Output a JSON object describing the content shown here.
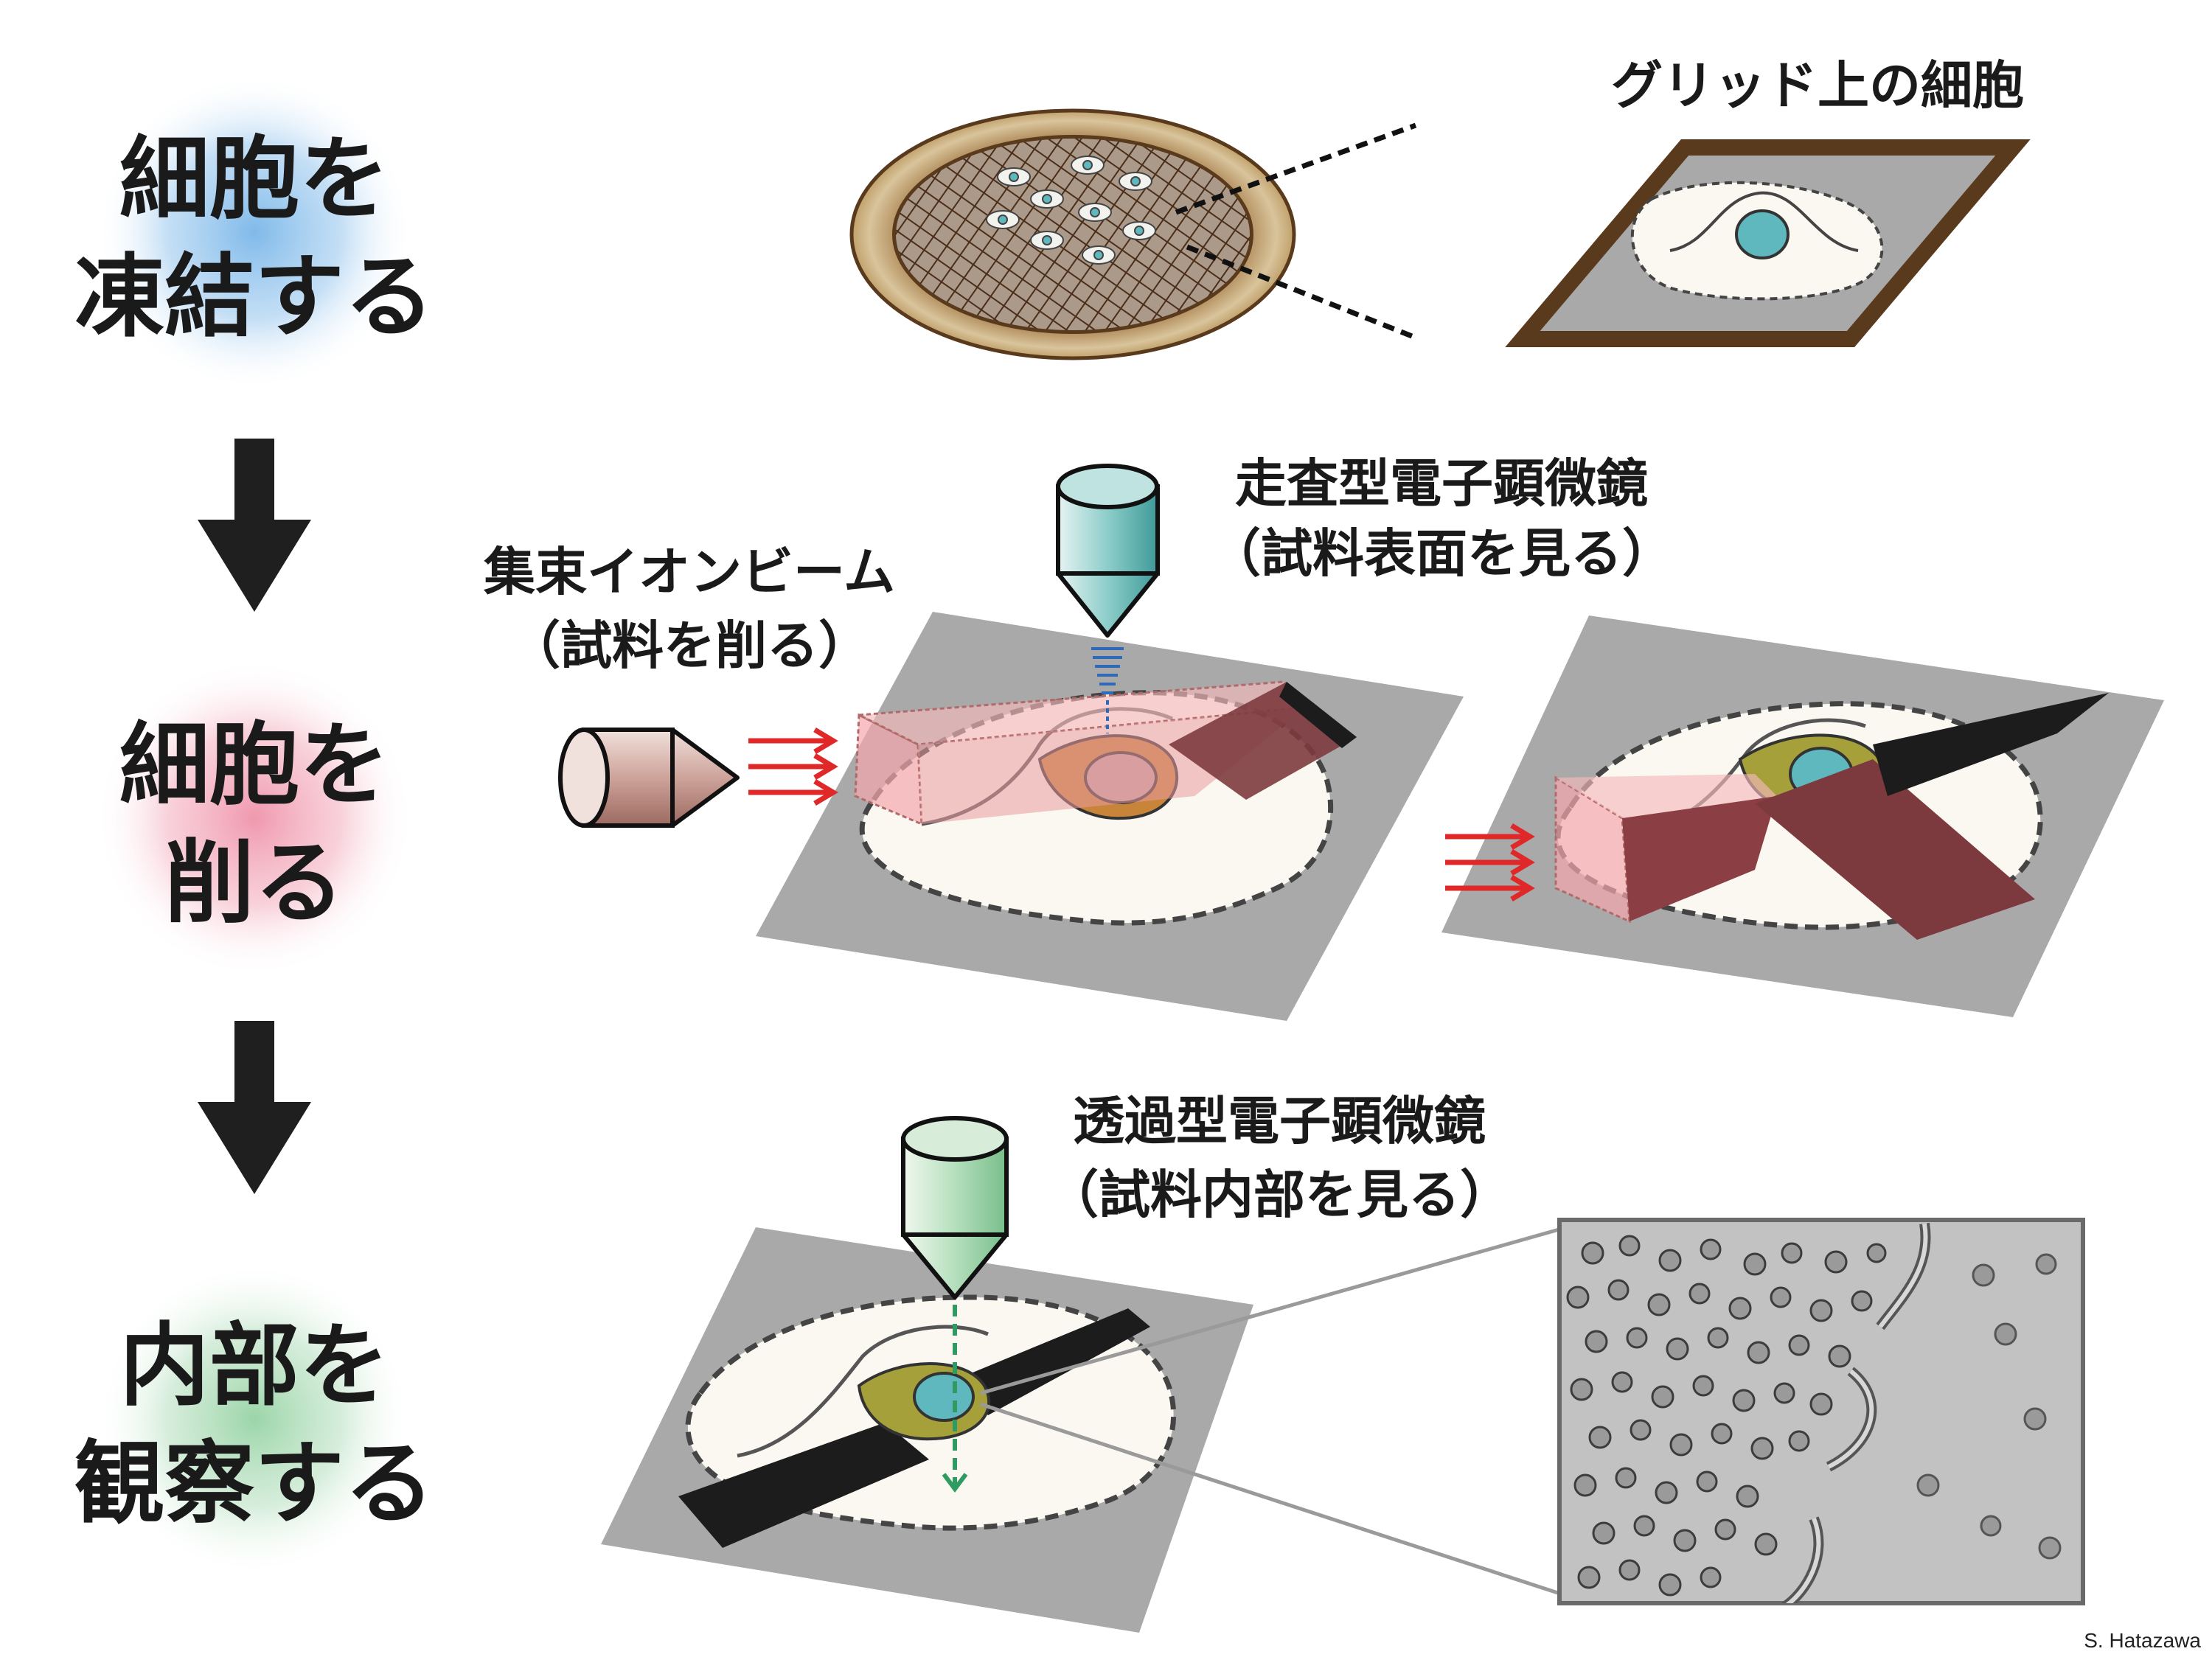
{
  "steps": {
    "freeze": {
      "line1": "細胞を",
      "line2": "凍結する",
      "glow": "#79b6e8"
    },
    "cut": {
      "line1": "細胞を",
      "line2": "削る",
      "glow": "#ef93aa"
    },
    "observe": {
      "line1": "内部を",
      "line2": "観察する",
      "glow": "#96d3a4"
    }
  },
  "labels": {
    "grid_cells": "グリッド上の細胞",
    "sem_line1": "走査型電子顕微鏡",
    "sem_line2": "（試料表面を見る）",
    "fib_line1": "集束イオンビーム",
    "fib_line2": "（試料を削る）",
    "tem_line1": "透過型電子顕微鏡",
    "tem_line2": "（試料内部を見る）"
  },
  "credit": "S. Hatazawa",
  "colors": {
    "flow_arrow": "#1f1f1f",
    "stage_gray": "#a9a9a9",
    "cell_body": "#faf8f0",
    "nucleus": "#5fb8bd",
    "grid_brown": "#5a3a1c",
    "ion_beam": "#e02828",
    "lamella": "#1c1c1c",
    "organelle": "#a6a03a"
  }
}
